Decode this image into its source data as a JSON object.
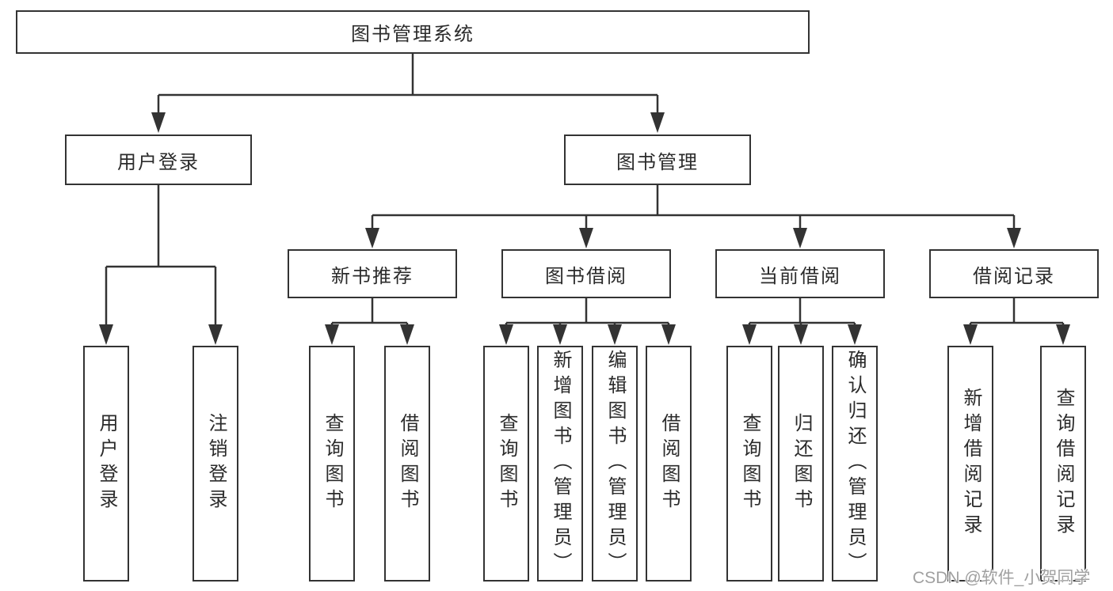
{
  "tree": {
    "label": "图书管理系统",
    "children": [
      {
        "label": "用户登录",
        "children": [
          {
            "label": "用户登录"
          },
          {
            "label": "注销登录"
          }
        ]
      },
      {
        "label": "图书管理",
        "children": [
          {
            "label": "新书推荐",
            "children": [
              {
                "label": "查询图书"
              },
              {
                "label": "借阅图书"
              }
            ]
          },
          {
            "label": "图书借阅",
            "children": [
              {
                "label": "查询图书"
              },
              {
                "label": "新增图书（管理员）"
              },
              {
                "label": "编辑图书（管理员）"
              },
              {
                "label": "借阅图书"
              }
            ]
          },
          {
            "label": "当前借阅",
            "children": [
              {
                "label": "查询图书"
              },
              {
                "label": "归还图书"
              },
              {
                "label": "确认归还（管理员）"
              }
            ]
          },
          {
            "label": "借阅记录",
            "children": [
              {
                "label": "新增借阅记录"
              },
              {
                "label": "查询借阅记录"
              }
            ]
          }
        ]
      }
    ]
  },
  "watermark": {
    "text": "CSDN @软件_小贺同学"
  },
  "colors": {
    "line": "#333333",
    "box_border": "#333333",
    "text": "#2b2b2b",
    "background": "#ffffff",
    "watermark": "#a0a0a0"
  }
}
